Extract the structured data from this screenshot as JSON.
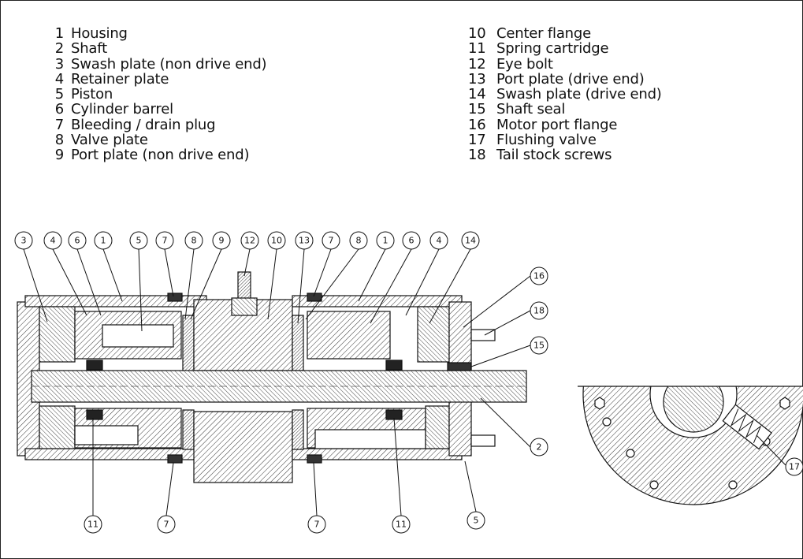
{
  "legend": {
    "left": [
      {
        "num": "1",
        "label": "Housing"
      },
      {
        "num": "2",
        "label": "Shaft"
      },
      {
        "num": "3",
        "label": "Swash plate (non drive end)"
      },
      {
        "num": "4",
        "label": "Retainer plate"
      },
      {
        "num": "5",
        "label": "Piston"
      },
      {
        "num": "6",
        "label": "Cylinder barrel"
      },
      {
        "num": "7",
        "label": "Bleeding / drain plug"
      },
      {
        "num": "8",
        "label": "Valve plate"
      },
      {
        "num": "9",
        "label": "Port plate (non drive end)"
      }
    ],
    "right": [
      {
        "num": "10",
        "label": "Center flange"
      },
      {
        "num": "11",
        "label": "Spring cartridge"
      },
      {
        "num": "12",
        "label": "Eye bolt"
      },
      {
        "num": "13",
        "label": "Port plate (drive end)"
      },
      {
        "num": "14",
        "label": "Swash plate (drive end)"
      },
      {
        "num": "15",
        "label": "Shaft seal"
      },
      {
        "num": "16",
        "label": "Motor port flange"
      },
      {
        "num": "17",
        "label": "Flushing valve"
      },
      {
        "num": "18",
        "label": "Tail stock screws"
      }
    ]
  },
  "callouts": {
    "top": [
      "3",
      "4",
      "6",
      "1",
      "5",
      "7",
      "8",
      "9",
      "12",
      "10",
      "13",
      "7",
      "8",
      "1",
      "6",
      "4",
      "14"
    ],
    "right": [
      "16",
      "18",
      "15",
      "2",
      "5"
    ],
    "bottom": [
      "11",
      "7",
      "7",
      "11"
    ],
    "detail": [
      "17"
    ]
  }
}
